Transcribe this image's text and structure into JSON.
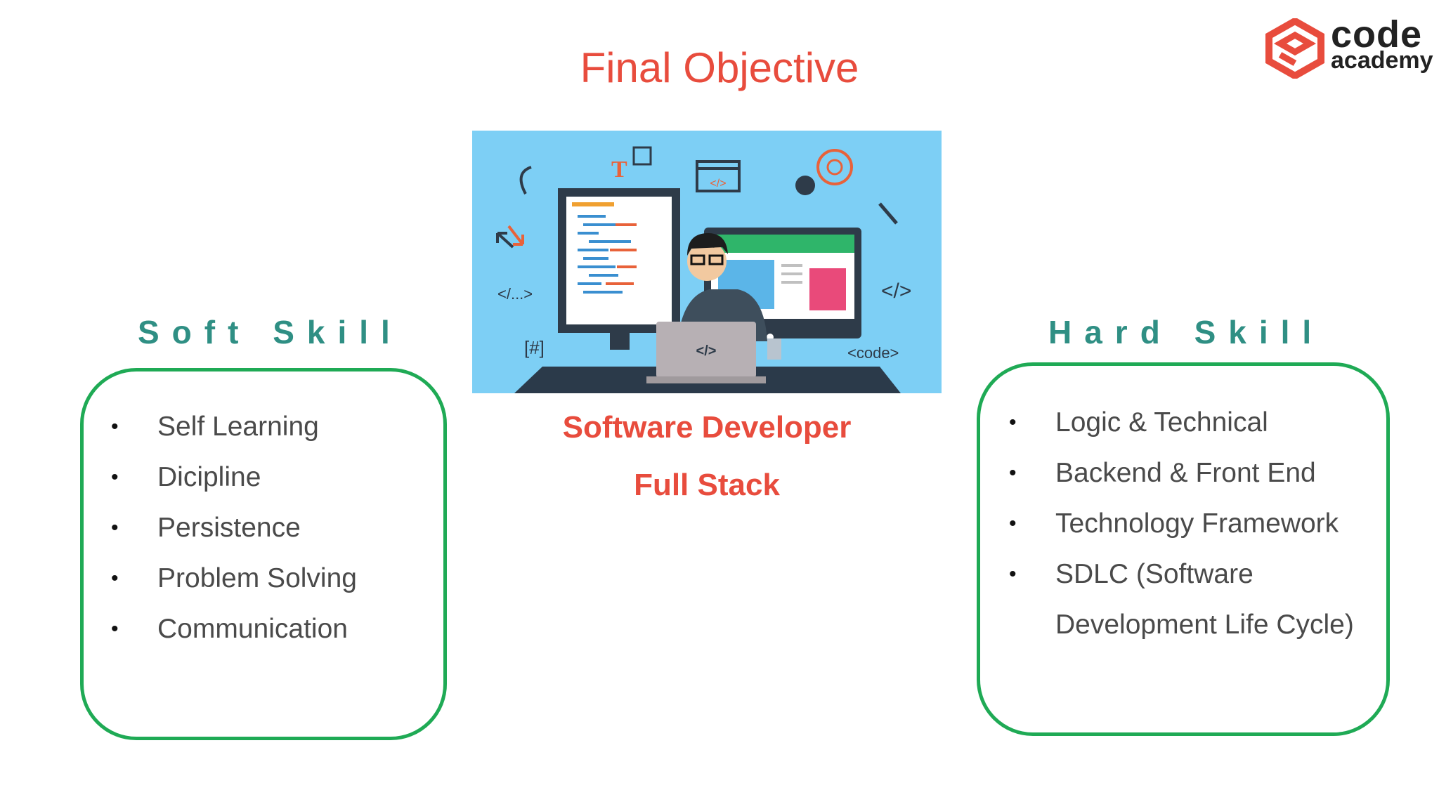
{
  "slide": {
    "title": "Final Objective",
    "logo": {
      "word1": "code",
      "word2": "academy",
      "color": "#e84c3d"
    },
    "hero": {
      "code_labels": [
        "</...>",
        "[#]",
        "</>",
        "<code>",
        "</>"
      ]
    },
    "center_lines": [
      "Software Developer",
      "Full Stack"
    ],
    "soft_skill": {
      "heading": "Soft Skill",
      "items": [
        "Self Learning",
        "Dicipline",
        "Persistence",
        "Problem Solving",
        "Communication"
      ]
    },
    "hard_skill": {
      "heading": "Hard Skill",
      "items": [
        "Logic & Technical",
        "Backend & Front End",
        "Technology Framework",
        "SDLC (Software Development Life Cycle)"
      ]
    },
    "colors": {
      "accent": "#e84c3d",
      "heading": "#2f8f84",
      "border": "#1faa55",
      "hero_bg": "#7dcff5"
    }
  }
}
